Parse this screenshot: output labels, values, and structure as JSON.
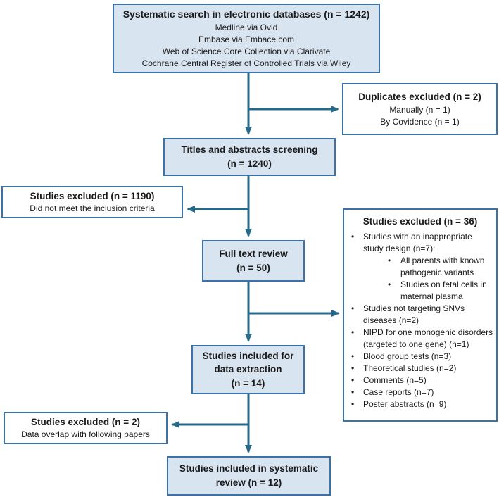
{
  "colors": {
    "box_fill": "#d9e4f1",
    "box_border": "#3b73a8",
    "arrow": "#26698a",
    "text": "#1a1a1a"
  },
  "boxes": {
    "search": {
      "title": "Systematic search in electronic databases (n = 1242)",
      "lines": [
        "Medline via Ovid",
        "Embase via Embace.com",
        "Web of Science Core Collection via Clarivate",
        "Cochrane Central Register of Controlled Trials via Wiley"
      ]
    },
    "duplicates": {
      "title": "Duplicates excluded (n = 2)",
      "lines": [
        "Manually (n = 1)",
        "By Covidence (n = 1)"
      ]
    },
    "screening": {
      "title_lines": [
        "Titles and abstracts screening",
        "(n = 1240)"
      ]
    },
    "excluded_screening": {
      "title": "Studies excluded (n = 1190)",
      "lines": [
        "Did not meet the inclusion criteria"
      ]
    },
    "full_text": {
      "title_lines": [
        "Full text review",
        "(n = 50)"
      ]
    },
    "excluded_full_text": {
      "title": "Studies excluded (n = 36)",
      "items": [
        {
          "level": 1,
          "text": "Studies with an inappropriate study design (n=7):"
        },
        {
          "level": 2,
          "text": "All parents with known pathogenic variants"
        },
        {
          "level": 2,
          "text": "Studies on fetal cells in maternal plasma"
        },
        {
          "level": 1,
          "text": "Studies not targeting SNVs diseases (n=2)"
        },
        {
          "level": 1,
          "text": "NIPD for one monogenic disorders (targeted to one gene) (n=1)"
        },
        {
          "level": 1,
          "text": "Blood group tests (n=3)"
        },
        {
          "level": 1,
          "text": "Theoretical studies (n=2)"
        },
        {
          "level": 1,
          "text": "Comments (n=5)"
        },
        {
          "level": 1,
          "text": "Case reports (n=7)"
        },
        {
          "level": 1,
          "text": "Poster abstracts (n=9)"
        }
      ]
    },
    "data_extraction": {
      "title_lines": [
        "Studies included for",
        "data extraction",
        "(n = 14)"
      ]
    },
    "excluded_overlap": {
      "title": "Studies excluded (n = 2)",
      "lines": [
        "Data overlap with following papers"
      ]
    },
    "included": {
      "title_lines": [
        "Studies included in systematic",
        "review (n = 12)"
      ]
    }
  }
}
